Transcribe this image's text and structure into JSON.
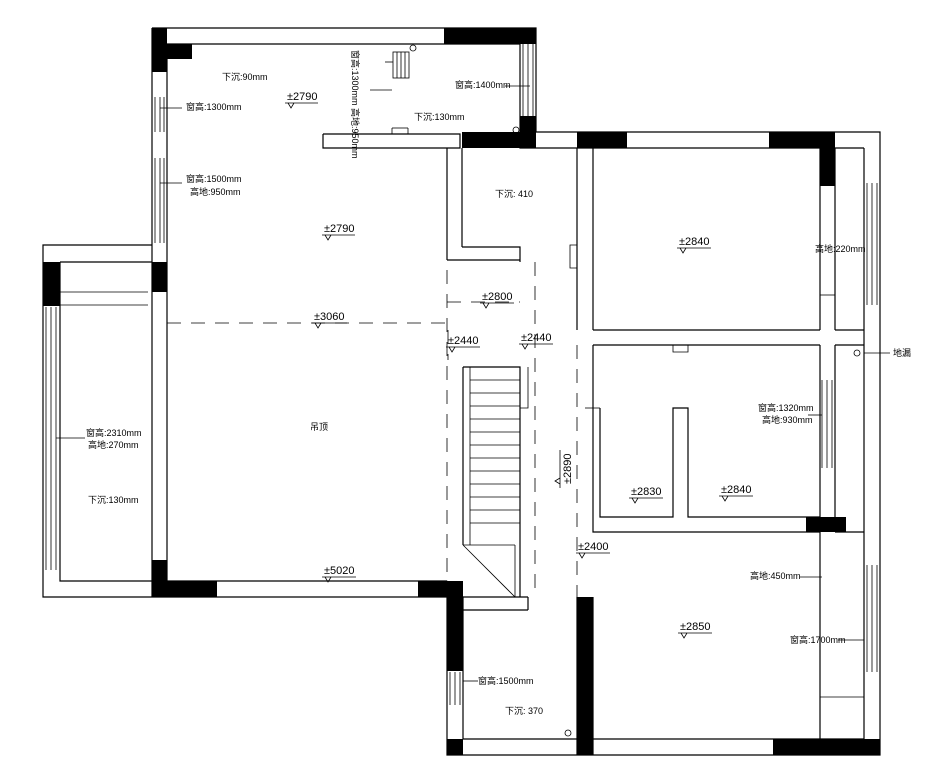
{
  "plan": {
    "room_labels": {
      "drop_top_left": "下沉:90mm",
      "window_top_left": "窗高:1300mm",
      "window_left_a": "窗高:1500mm",
      "sill_left_a": "高地:950mm",
      "window_left_balcony": "窗高:2310mm",
      "sill_left_balcony": "高地:270mm",
      "drop_balcony": "下沉:130mm",
      "window_top_mid": "窗高:1400mm",
      "drop_top_mid": "下沉:130mm",
      "rotated_note": "窗高:1300mm 高地:950mm",
      "drop_kitchen": "下沉: 410",
      "ceiling_label": "吊顶",
      "sill_right_top": "高地:220mm",
      "floor_drain": "地漏",
      "window_right_mid": "窗高:1320mm",
      "sill_right_mid": "高地:930mm",
      "sill_right_bottom": "高地:450mm",
      "window_right_bottom": "窗高:1700mm",
      "window_bottom_mid": "窗高:1500mm",
      "drop_bottom_mid": "下沉: 370"
    },
    "elevations": {
      "e2790_top": "±2790",
      "e2790_main": "±2790",
      "e3060": "±3060",
      "e2800": "±2800",
      "e2440_a": "±2440",
      "e2440_b": "±2440",
      "e2840_top": "±2840",
      "e2890": "±2890",
      "e2830": "±2830",
      "e2840_mid": "±2840",
      "e2400": "±2400",
      "e2850": "±2850",
      "e5020": "±5020"
    }
  }
}
